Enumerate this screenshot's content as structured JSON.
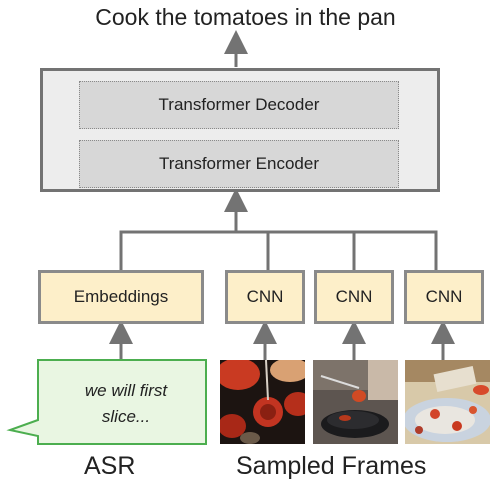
{
  "output_text": "Cook the tomatoes in the pan",
  "decoder_label": "Transformer Decoder",
  "encoder_label": "Transformer Encoder",
  "embeddings_label": "Embeddings",
  "cnn_labels": [
    "CNN",
    "CNN",
    "CNN"
  ],
  "asr_line1": "we will first",
  "asr_line2": "slice...",
  "asr_caption": "ASR",
  "frames_caption": "Sampled Frames",
  "colors": {
    "stroke": "#737373",
    "yellow_fill": "#fdefc9",
    "gray_fill": "#d7d7d7",
    "bubble_fill": "#e9f6e2",
    "bubble_stroke": "#4cae4f"
  }
}
